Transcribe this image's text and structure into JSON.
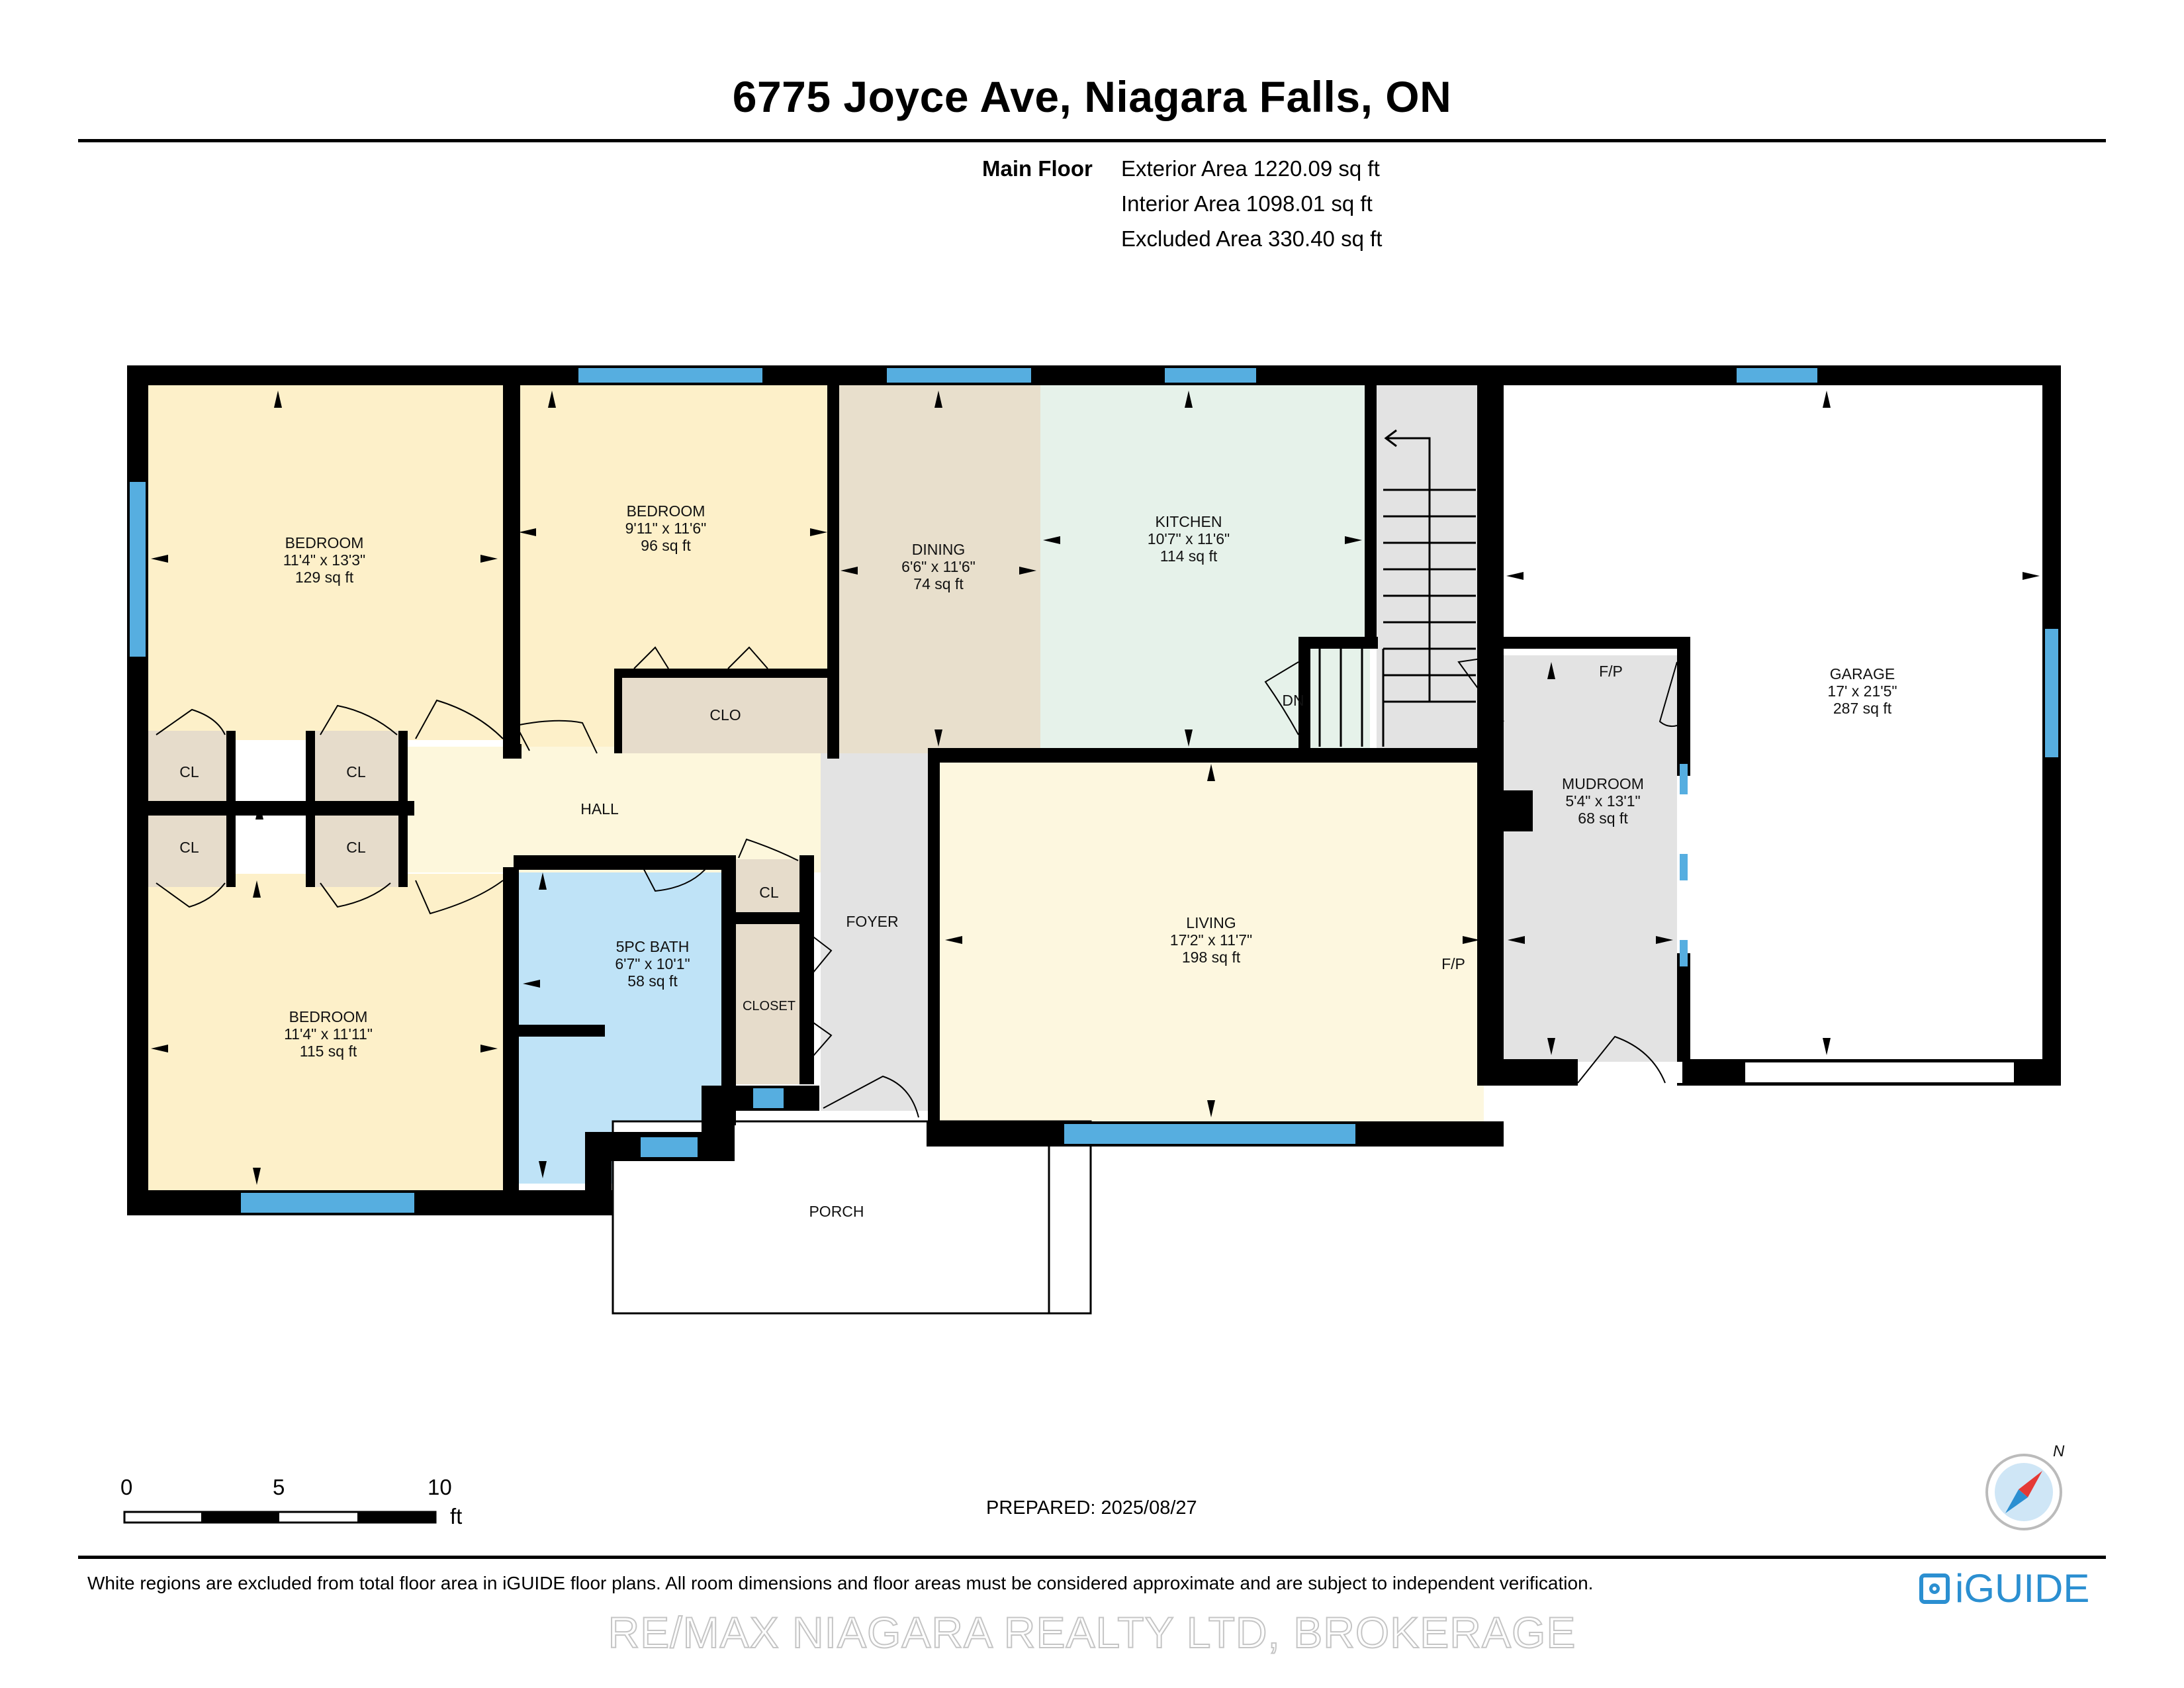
{
  "title": "6775 Joyce Ave, Niagara Falls, ON",
  "floor": {
    "name": "Main Floor",
    "exterior_area": "Exterior Area 1220.09 sq ft",
    "interior_area": "Interior Area 1098.01 sq ft",
    "excluded_area": "Excluded Area 330.40 sq ft"
  },
  "rooms": {
    "bedroom1": {
      "name": "BEDROOM",
      "dims": "11'4\" x 13'3\"",
      "area": "129 sq ft"
    },
    "bedroom2": {
      "name": "BEDROOM",
      "dims": "9'11\" x 11'6\"",
      "area": "96 sq ft"
    },
    "dining": {
      "name": "DINING",
      "dims": "6'6\" x 11'6\"",
      "area": "74 sq ft"
    },
    "kitchen": {
      "name": "KITCHEN",
      "dims": "10'7\" x 11'6\"",
      "area": "114 sq ft"
    },
    "garage": {
      "name": "GARAGE",
      "dims": "17' x 21'5\"",
      "area": "287 sq ft"
    },
    "mudroom": {
      "name": "MUDROOM",
      "dims": "5'4\" x 13'1\"",
      "area": "68 sq ft"
    },
    "living": {
      "name": "LIVING",
      "dims": "17'2\" x 11'7\"",
      "area": "198 sq ft"
    },
    "bath": {
      "name": "5PC BATH",
      "dims": "6'7\" x 10'1\"",
      "area": "58 sq ft"
    },
    "bedroom3": {
      "name": "BEDROOM",
      "dims": "11'4\" x 11'11\"",
      "area": "115 sq ft"
    }
  },
  "labels": {
    "hall": "HALL",
    "foyer": "FOYER",
    "porch": "PORCH",
    "clo": "CLO",
    "closet": "CLOSET",
    "cl": "CL",
    "dn": "DN",
    "fp": "F/P"
  },
  "scale": {
    "zero": "0",
    "five": "5",
    "ten": "10",
    "unit": "ft"
  },
  "prepared": "PREPARED: 2025/08/27",
  "compass": "N",
  "footnote": "White regions are excluded from total floor area in iGUIDE floor plans. All room dimensions and floor areas must be considered approximate and are subject to independent verification.",
  "brand": "iGUIDE",
  "watermark": "RE/MAX NIAGARA REALTY LTD, BROKERAGE",
  "colors": {
    "bedroom": "#fdf0c9",
    "dining": "#e8dfcc",
    "kitchen": "#e6f2ea",
    "hall": "#fdf7dc",
    "living": "#fdf7df",
    "bath": "#bfe3f7",
    "closet": "#e6dccb",
    "grey": "#e3e3e3",
    "window": "#56aee0",
    "wall": "#000000",
    "brand": "#2b8fd1"
  }
}
